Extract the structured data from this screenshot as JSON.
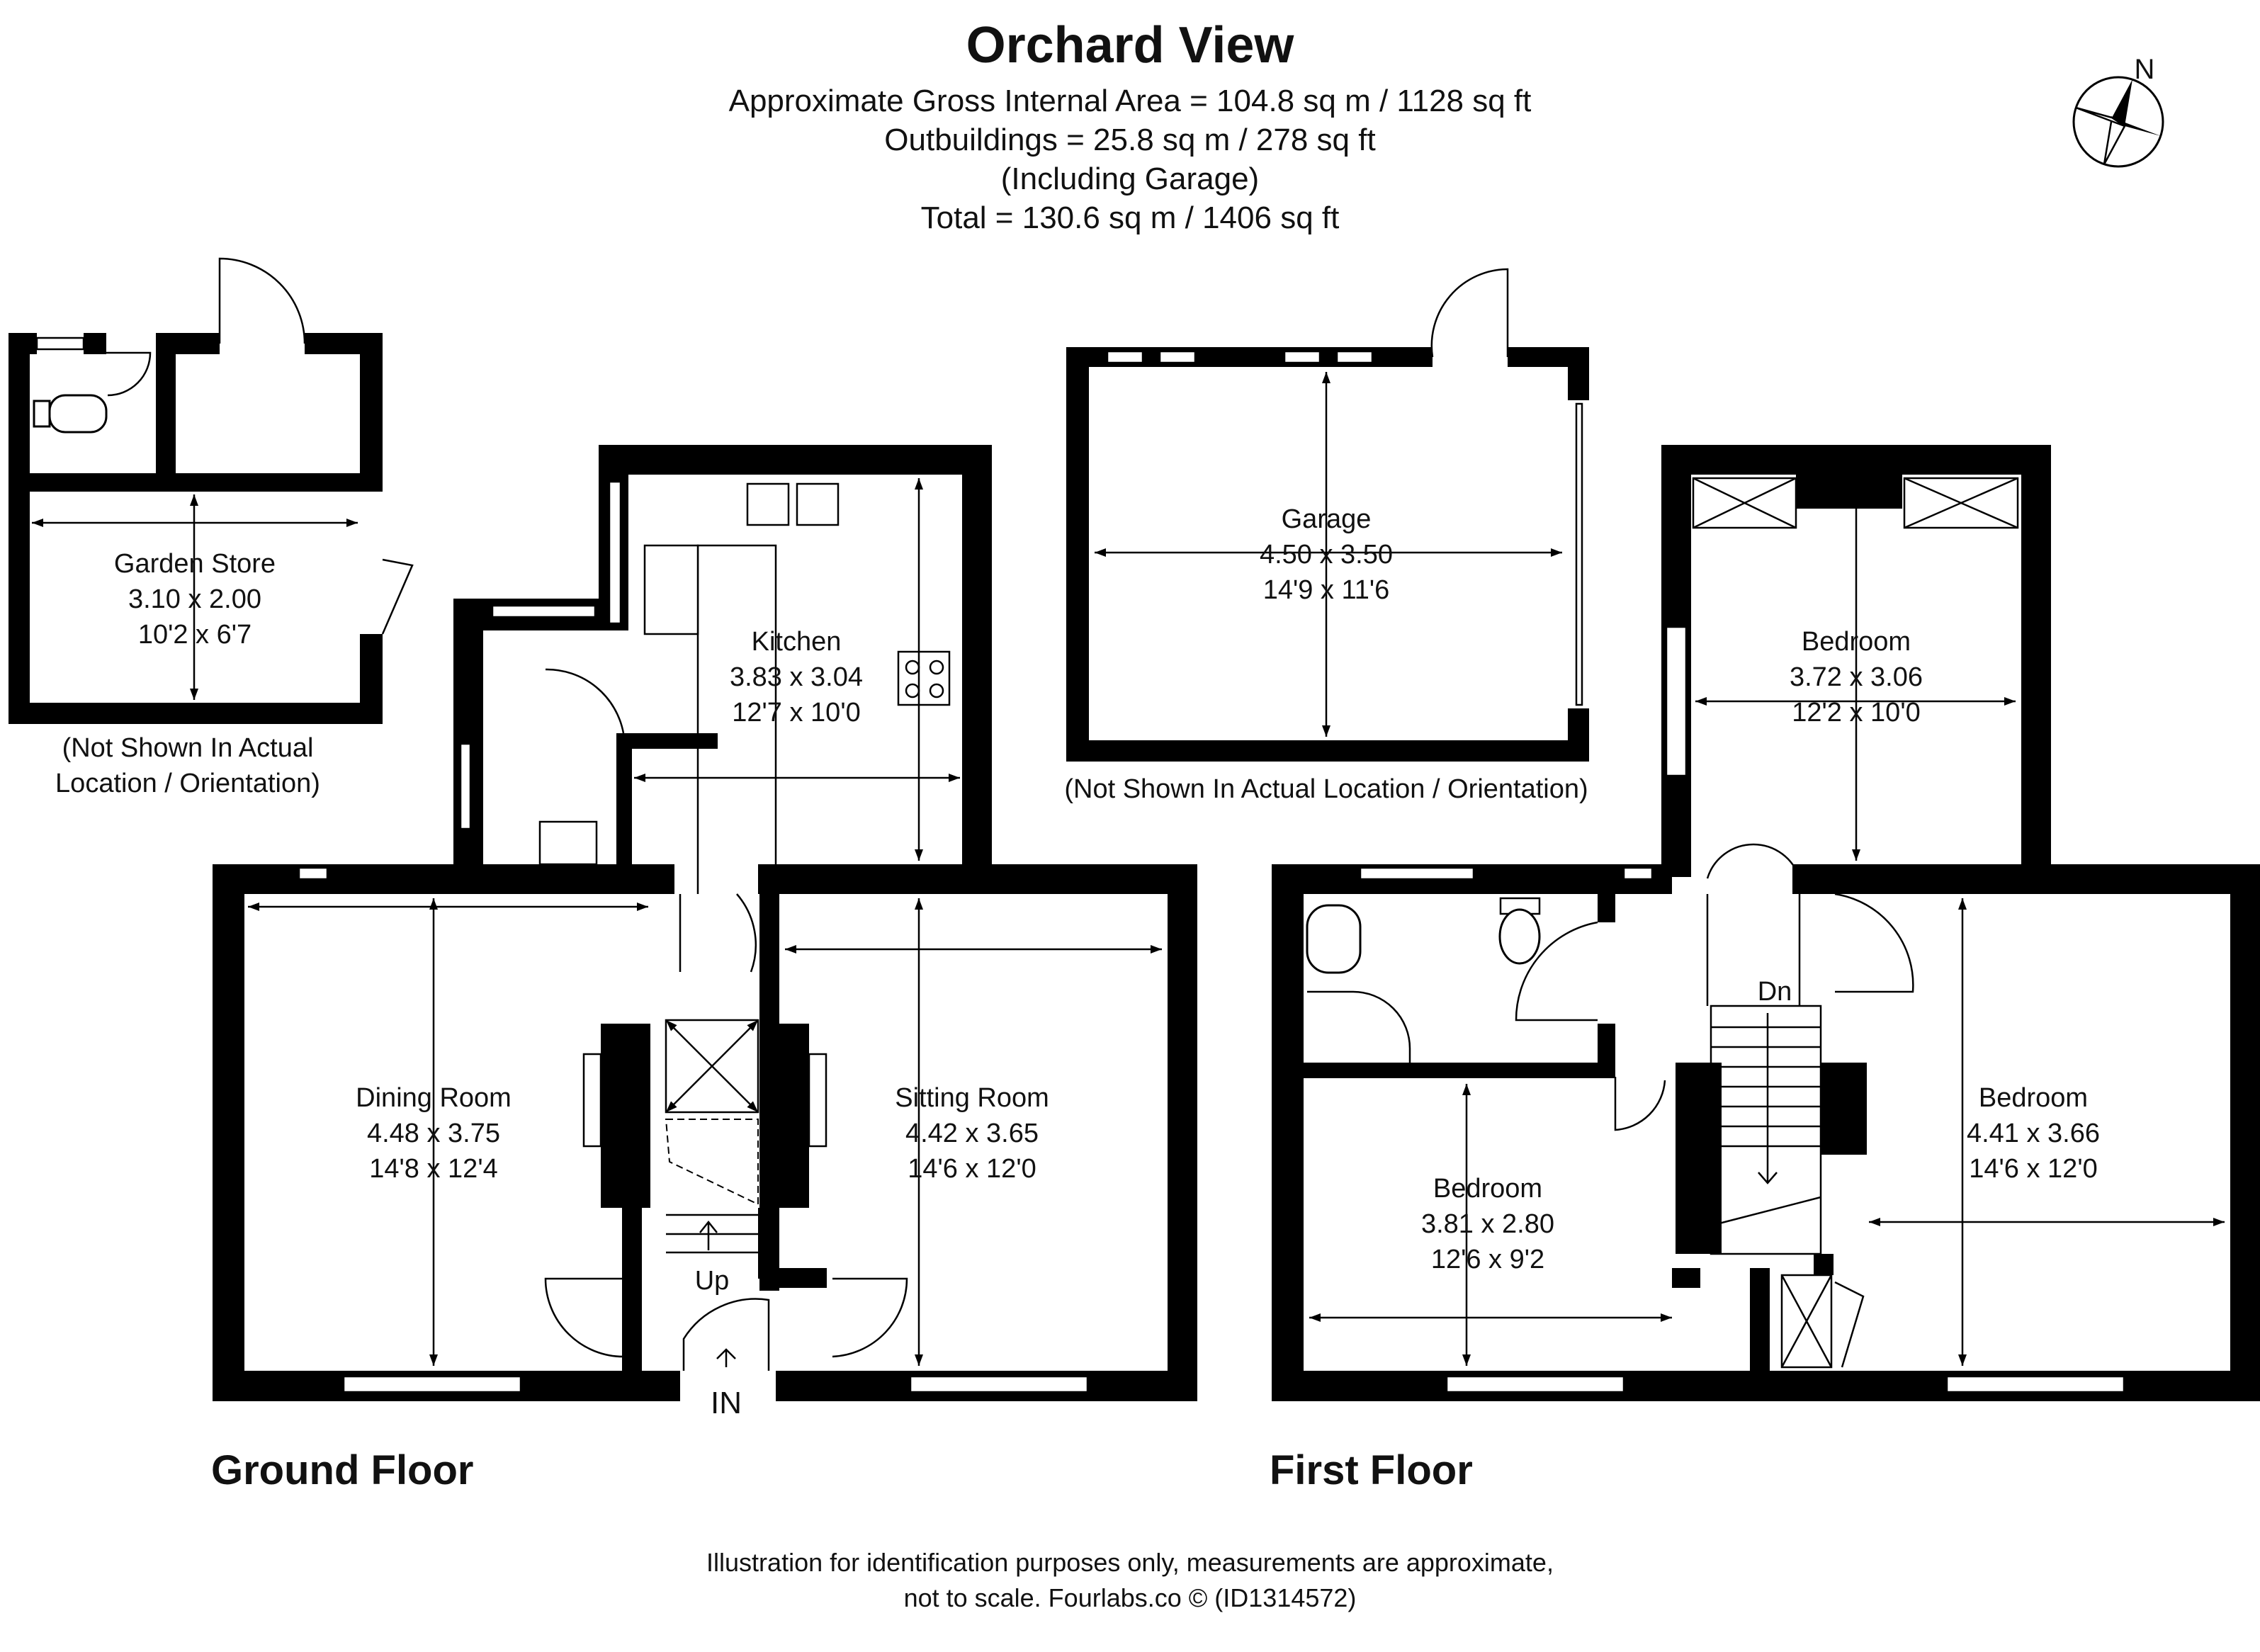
{
  "header": {
    "title": "Orchard View",
    "lines": [
      "Approximate Gross Internal Area = 104.8 sq m / 1128 sq ft",
      "Outbuildings = 25.8 sq m / 278 sq ft",
      "(Including Garage)",
      "Total = 130.6 sq m / 1406 sq ft"
    ]
  },
  "compass": {
    "label": "N"
  },
  "rooms": {
    "garden_store": {
      "name": "Garden Store",
      "metric": "3.10 x 2.00",
      "imperial": "10'2 x 6'7"
    },
    "kitchen": {
      "name": "Kitchen",
      "metric": "3.83 x 3.04",
      "imperial": "12'7 x 10'0"
    },
    "garage": {
      "name": "Garage",
      "metric": "4.50 x 3.50",
      "imperial": "14'9 x 11'6"
    },
    "dining": {
      "name": "Dining Room",
      "metric": "4.48 x 3.75",
      "imperial": "14'8 x 12'4"
    },
    "sitting": {
      "name": "Sitting Room",
      "metric": "4.42 x 3.65",
      "imperial": "14'6 x 12'0"
    },
    "bed_rear": {
      "name": "Bedroom",
      "metric": "3.72 x 3.06",
      "imperial": "12'2 x 10'0"
    },
    "bed_mid": {
      "name": "Bedroom",
      "metric": "3.81 x 2.80",
      "imperial": "12'6 x 9'2"
    },
    "bed_right": {
      "name": "Bedroom",
      "metric": "4.41 x 3.66",
      "imperial": "14'6 x 12'0"
    }
  },
  "notes": {
    "store_line1": "(Not Shown In Actual",
    "store_line2": "Location / Orientation)",
    "garage": "(Not Shown In Actual Location / Orientation)"
  },
  "stairs": {
    "up": "Up",
    "down": "Dn"
  },
  "entrance": "IN",
  "floors": {
    "ground": "Ground Floor",
    "first": "First Floor"
  },
  "footer": {
    "line1": "Illustration for identification purposes only, measurements are approximate,",
    "line2": "not to scale. Fourlabs.co © (ID1314572)"
  }
}
